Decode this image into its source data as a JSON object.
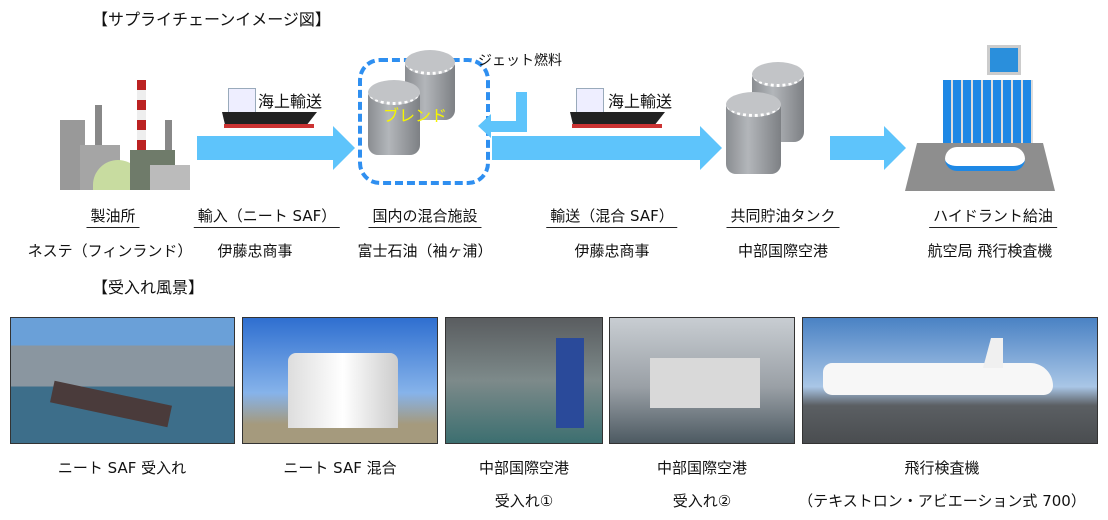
{
  "supply_chain": {
    "title": "【サプライチェーンイメージ図】",
    "sea_transport_1": "海上輸送",
    "sea_transport_2": "海上輸送",
    "jet_fuel": "ジェット燃料",
    "blend": "ブレンド",
    "steps": [
      {
        "label": "製油所",
        "sub": "ネステ（フィンランド）"
      },
      {
        "label": "輸入（ニート SAF）",
        "sub": "伊藤忠商事"
      },
      {
        "label": "国内の混合施設",
        "sub": "富士石油（袖ヶ浦）"
      },
      {
        "label": "輸送（混合 SAF）",
        "sub": "伊藤忠商事"
      },
      {
        "label": "共同貯油タンク",
        "sub": "中部国際空港"
      },
      {
        "label": "ハイドラント給油",
        "sub": "航空局  飛行検査機"
      }
    ]
  },
  "reception": {
    "title": "【受入れ風景】",
    "photos": [
      {
        "caption": "ニート SAF 受入れ"
      },
      {
        "caption": "ニート SAF 混合"
      },
      {
        "caption": "中部国際空港",
        "caption2": "受入れ①"
      },
      {
        "caption": "中部国際空港",
        "caption2": "受入れ②"
      },
      {
        "caption": "飛行検査機",
        "caption2": "（テキストロン・アビエーション式 700）"
      }
    ]
  },
  "colors": {
    "arrow": "#5ec4fb",
    "dashed_box": "#2f8ff0",
    "blend_text": "#f5f500"
  }
}
